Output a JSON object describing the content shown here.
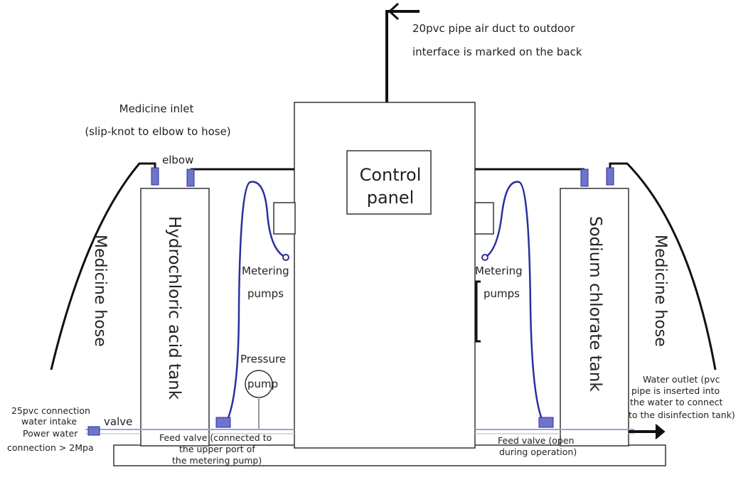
{
  "air_duct": {
    "line1": "20pvc pipe air duct to outdoor",
    "line2": "interface is marked on the back"
  },
  "medicine_inlet": {
    "line1": "Medicine inlet",
    "line2": "(slip-knot to elbow to hose)"
  },
  "elbow_label": "elbow",
  "control_panel": {
    "line1": "Control",
    "line2": "panel"
  },
  "left_tank_label": "Hydrochloric acid tank",
  "right_tank_label": "Sodium chlorate tank",
  "left_hose_label": "Medicine hose",
  "right_hose_label": "Medicine hose",
  "left_pump": {
    "line1": "Metering",
    "line2": "pumps"
  },
  "right_pump": {
    "line1": "Metering",
    "line2": "pumps"
  },
  "pressure_pump": {
    "line1": "Pressure",
    "line2": "pump"
  },
  "water_intake": {
    "line1": "25pvc connection",
    "line2": "water intake",
    "line3": "Power water",
    "line4": "connection > 2Mpa"
  },
  "valve_label": "valve",
  "left_feed_valve": {
    "line1": "Feed valve (connected to",
    "line2": "the upper port of",
    "line3": "the metering pump)"
  },
  "right_feed_valve": {
    "line1": "Feed valve (open",
    "line2": "during operation)"
  },
  "water_outlet": {
    "line1": "Water outlet (pvc",
    "line2": "pipe is inserted into",
    "line3": "the water to connect",
    "line4": "to the disinfection tank)"
  },
  "colors": {
    "line": "#111111",
    "hose_blue": "#2b2f9e",
    "pipe_light": "#9aa3d6"
  }
}
